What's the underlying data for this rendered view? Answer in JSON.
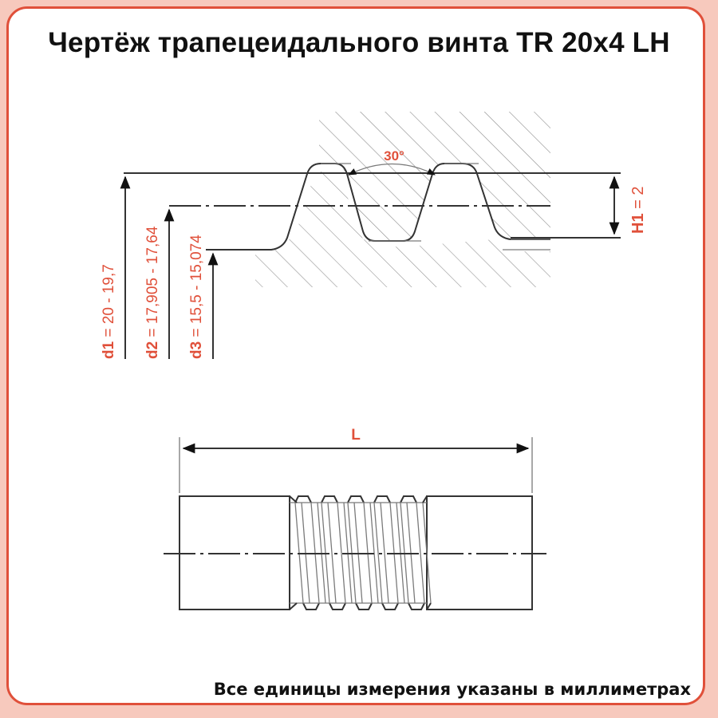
{
  "title": "Чертёж трапецеидального винта TR 20x4 LH",
  "footer": "Все единицы измерения указаны в миллиметрах",
  "colors": {
    "accent": "#e0503a",
    "frame_background": "#f7c9bd",
    "drawing_lines": "#333333"
  },
  "thread_profile": {
    "angle_label": "30°",
    "d1": {
      "symbol": "d1",
      "value": " = 20 - 19,7"
    },
    "d2": {
      "symbol": "d2",
      "value": " = 17,905 - 17,64"
    },
    "d3": {
      "symbol": "d3",
      "value": " = 15,5 - 15,074"
    },
    "h1": {
      "symbol": "H1",
      "value": " = 2"
    }
  },
  "screw_view": {
    "length_label": "L"
  }
}
